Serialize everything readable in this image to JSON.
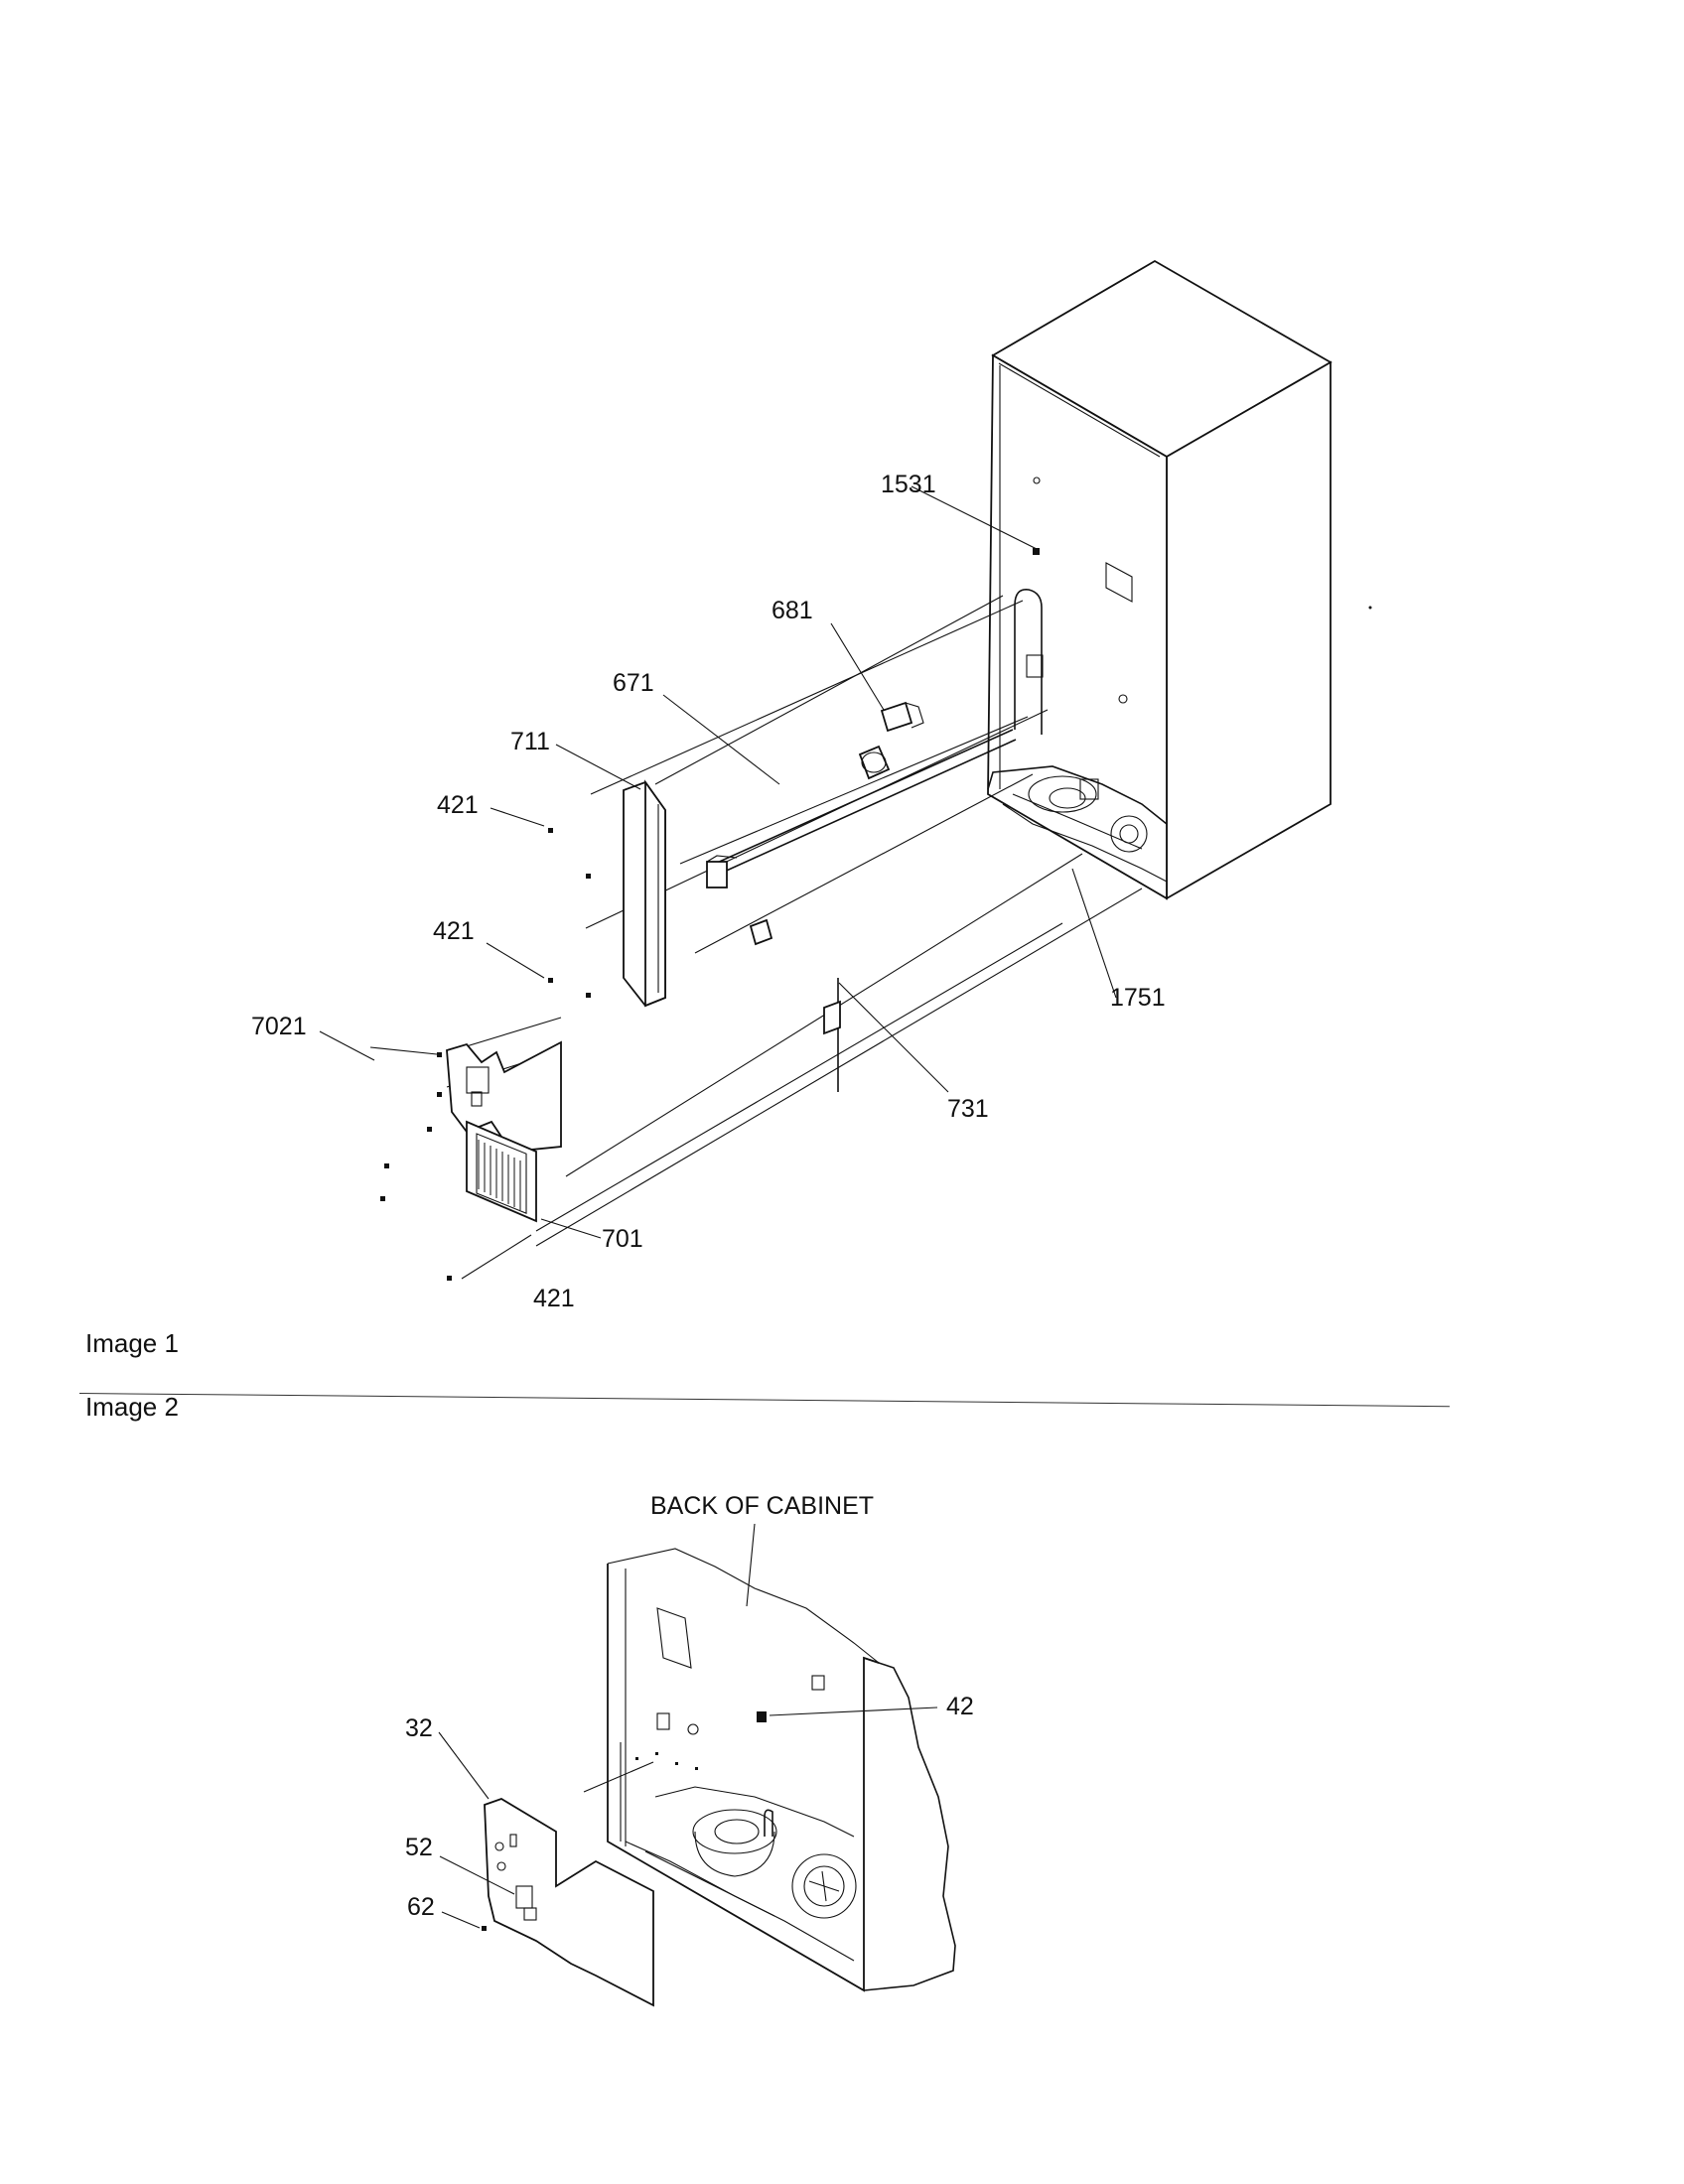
{
  "image1": {
    "section_label": "Image 1",
    "callouts": {
      "c1531": "1531",
      "c681": "681",
      "c671": "671",
      "c711": "711",
      "c421a": "421",
      "c421b": "421",
      "c421c": "421",
      "c7021": "7021",
      "c731": "731",
      "c1751": "1751",
      "c701": "701"
    }
  },
  "image2": {
    "section_label": "Image 2",
    "title": "BACK OF CABINET",
    "callouts": {
      "c42": "42",
      "c32": "32",
      "c52": "52",
      "c62": "62"
    }
  }
}
